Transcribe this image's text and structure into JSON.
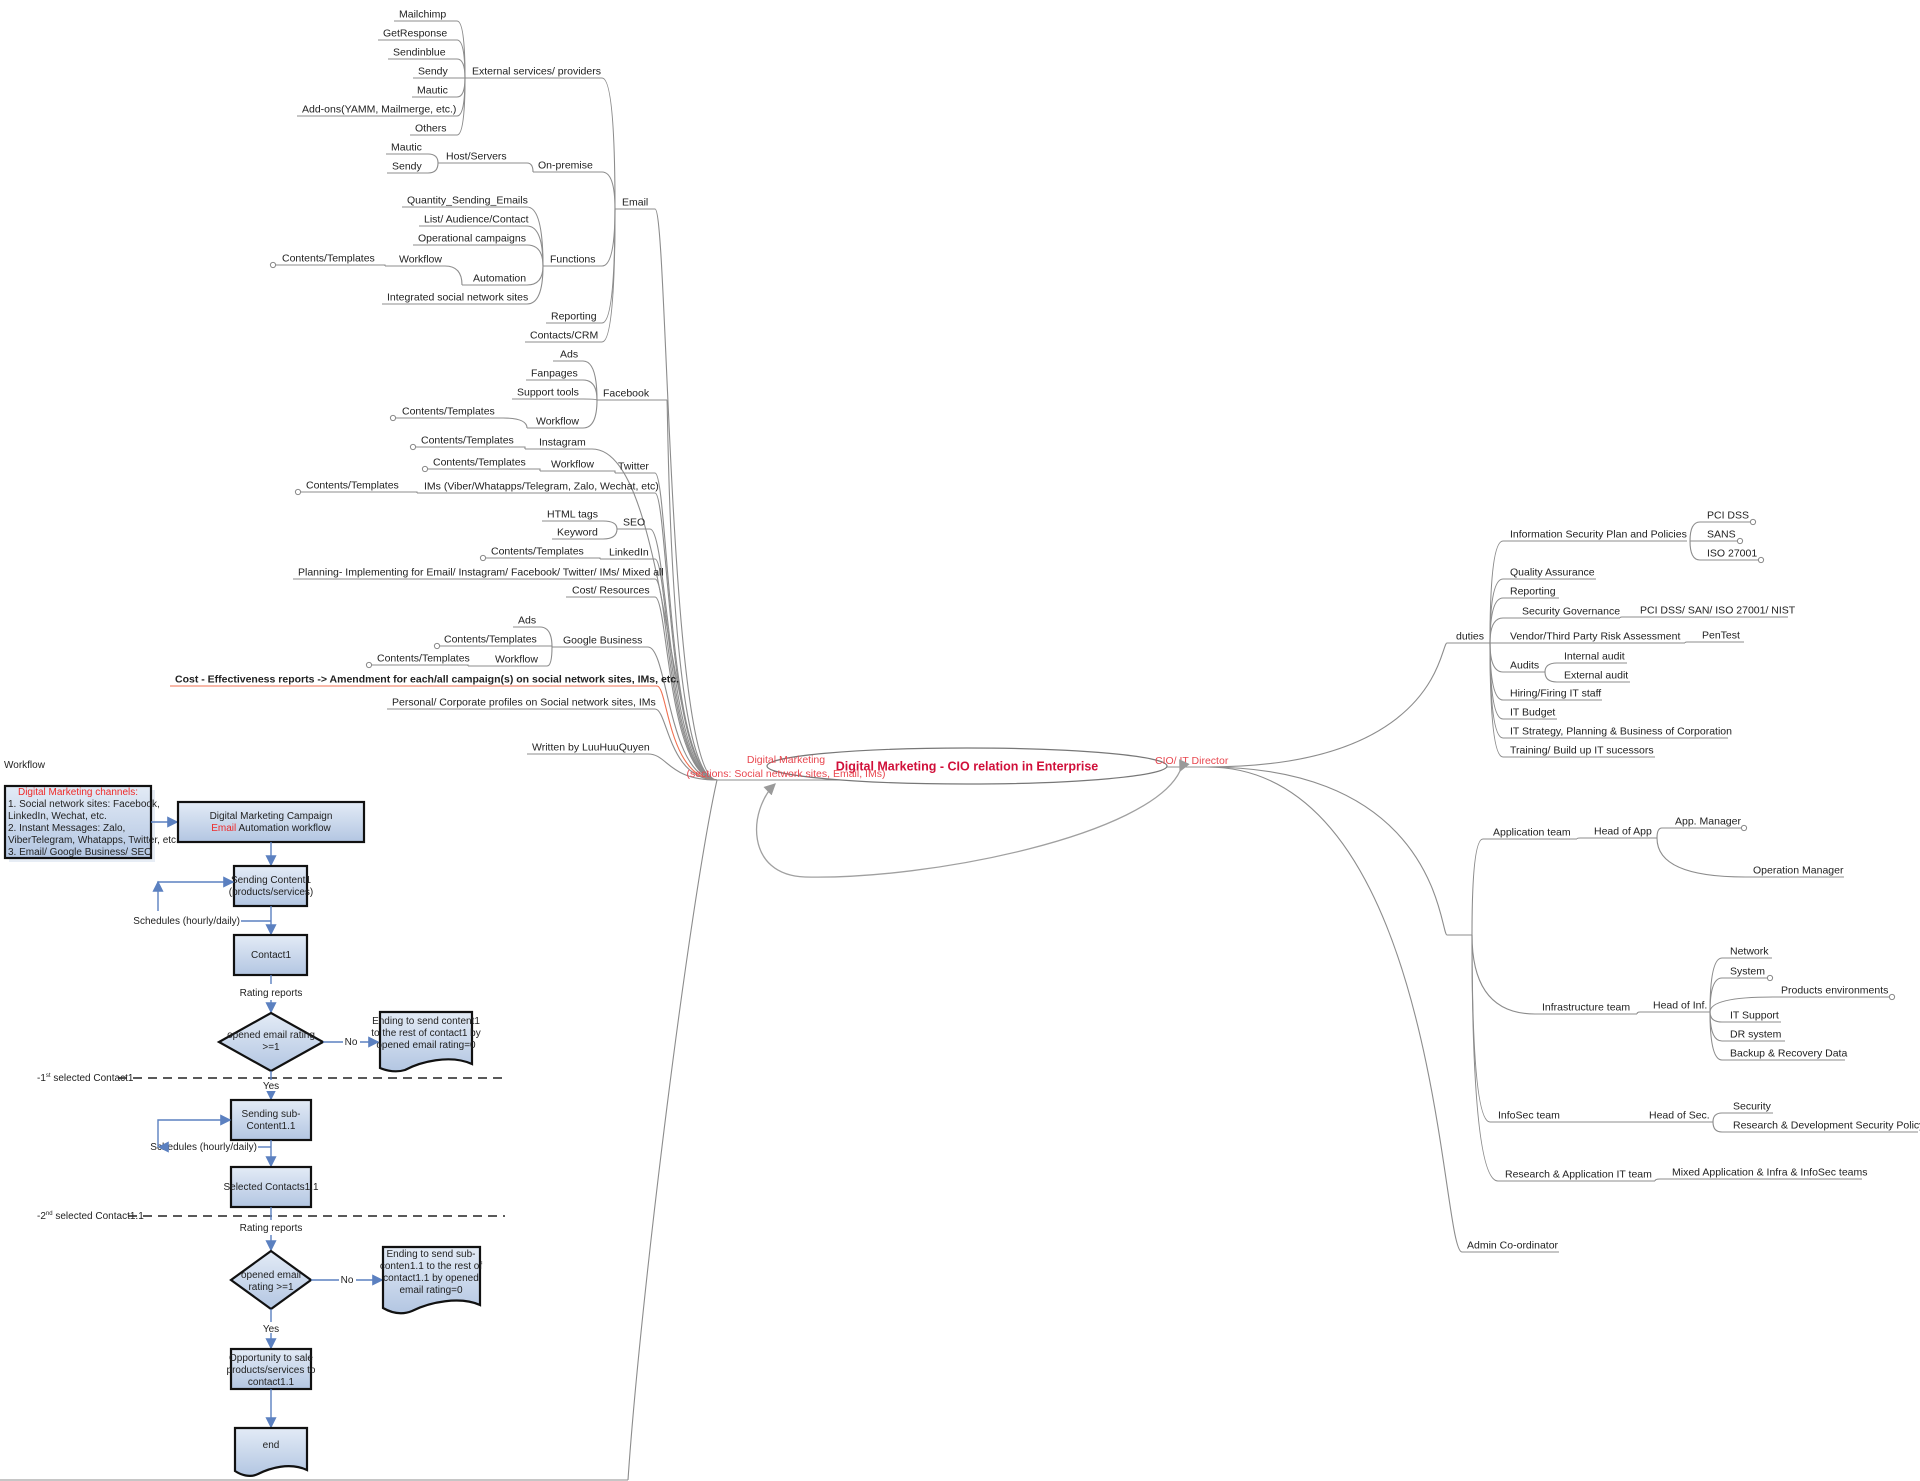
{
  "central_topic": "Digital Marketing - CIO relation in Enterprise",
  "colors": {
    "central_text": "#d0103a",
    "branch_text": "#e8474f",
    "line": "#8c8c8c",
    "flow_arrow": "#5b80c0",
    "box_fill": "#c3d3ea",
    "highlight_underline": "#f07050"
  },
  "digital_marketing": {
    "title_line1": "Digital Marketing",
    "title_line2": "(sections: Social network sites, Email, IMs)",
    "email": {
      "label": "Email",
      "external_services": {
        "label": "External services/ providers",
        "items": [
          "Mailchimp",
          "GetResponse",
          "Sendinblue",
          "Sendy",
          "Mautic",
          "Add-ons(YAMM, Mailmerge, etc.)",
          "Others"
        ]
      },
      "on_premise": {
        "label": "On-premise",
        "host_servers": {
          "label": "Host/Servers",
          "items": [
            "Mautic",
            "Sendy"
          ]
        }
      },
      "functions": {
        "label": "Functions",
        "items": [
          "Quantity_Sending_Emails",
          "List/ Audience/Contact",
          "Operational campaigns",
          "Automation",
          "Integrated social network sites"
        ],
        "automation_workflow": "Workflow",
        "automation_contents": "Contents/Templates"
      },
      "reporting": "Reporting",
      "contacts_crm": "Contacts/CRM"
    },
    "facebook": {
      "label": "Facebook",
      "items": [
        "Ads",
        "Fanpages",
        "Support tools",
        "Workflow"
      ],
      "workflow_contents": "Contents/Templates"
    },
    "instagram": {
      "label": "Instagram",
      "contents": "Contents/Templates"
    },
    "twitter": {
      "label": "Twitter",
      "workflow": "Workflow",
      "contents": "Contents/Templates"
    },
    "ims": {
      "label": "IMs (Viber/Whatapps/Telegram, Zalo, Wechat, etc)",
      "contents": "Contents/Templates"
    },
    "seo": {
      "label": "SEO",
      "items": [
        "HTML tags",
        "Keyword"
      ]
    },
    "linkedin": {
      "label": "LinkedIn",
      "contents": "Contents/Templates"
    },
    "planning": "Planning- Implementing for Email/ Instagram/ Facebook/ Twitter/ IMs/ Mixed all",
    "cost_resources": "Cost/ Resources",
    "google_business": {
      "label": "Google Business",
      "ads": "Ads",
      "contents": "Contents/Templates",
      "workflow": "Workflow",
      "workflow_contents": "Contents/Templates"
    },
    "cost_effectiveness": "Cost - Effectiveness reports -> Amendment for each/all campaign(s) on  social network sites, IMs, etc.",
    "profiles": "Personal/ Corporate profiles on Social network sites, IMs",
    "author": "Written by LuuHuuQuyen"
  },
  "cio": {
    "label": "CIO/ IT Director",
    "duties": {
      "label": "duties",
      "info_sec_plan": {
        "label": "Information Security Plan and Policies",
        "items": [
          "PCI DSS",
          "SANS",
          "ISO 27001"
        ]
      },
      "quality_assurance": "Quality Assurance",
      "reporting": "Reporting",
      "security_governance": {
        "label": "Security Governance",
        "detail": "PCI DSS/ SAN/ ISO 27001/ NIST"
      },
      "vendor_risk": {
        "label": "Vendor/Third Party Risk Assessment",
        "detail": "PenTest"
      },
      "audits": {
        "label": "Audits",
        "items": [
          "Internal audit",
          "External audit"
        ]
      },
      "hiring": "Hiring/Firing IT staff",
      "budget": "IT Budget",
      "strategy": "IT Strategy, Planning & Business of Corporation",
      "training": "Training/ Build up IT sucessors"
    },
    "teams": {
      "application": {
        "label": "Application team",
        "head": "Head of App",
        "items": [
          "App. Manager",
          "Operation Manager"
        ]
      },
      "infrastructure": {
        "label": "Infrastructure team",
        "head": "Head of Inf.",
        "items": [
          "Network",
          "System",
          "Products environments",
          "IT Support",
          "DR system",
          "Backup & Recovery Data"
        ]
      },
      "infosec": {
        "label": "InfoSec team",
        "head": "Head of Sec.",
        "items": [
          "Security",
          "Research & Development Security Policy"
        ]
      },
      "research": {
        "label": "Research & Application IT team",
        "detail": "Mixed Application & Infra & InfoSec teams"
      }
    },
    "admin": "Admin Co-ordinator"
  },
  "workflow": {
    "title": "Workflow",
    "channels": {
      "title": "Digital Marketing channels:",
      "lines": [
        "1. Social network sites: Facebook,",
        "LinkedIn, Wechat, etc.",
        "2. Instant Messages: Zalo,",
        "ViberTelegram, Whatapps, Twitter, etc.",
        "3. Email/ Google Business/ SEO"
      ]
    },
    "campaign": {
      "line1": "Digital Marketing Campaign",
      "highlight": "Email",
      "line2_rest": " Automation workflow"
    },
    "sending_content1": [
      "Sending Content1",
      "(products/services)"
    ],
    "schedules1": "Schedules (hourly/daily)",
    "contact1": "Contact1",
    "rating_reports1": "Rating reports",
    "decision1": [
      "opened email rating",
      ">=1"
    ],
    "no1": "No",
    "ending1": [
      "Ending to send content1",
      "to the rest of contact1 by",
      "opened email rating=0"
    ],
    "separator1": {
      "prefix": "-1",
      "sup": "st",
      "text": " selected Contact1"
    },
    "yes1": "Yes",
    "sending_sub": [
      "Sending sub-",
      "Content1.1"
    ],
    "schedules2": "Schedules (hourly/daily)",
    "selected_contacts": "Selected Contacts1.1",
    "separator2": {
      "prefix": "-2",
      "sup": "nd",
      "text": " selected Contact1.1-"
    },
    "rating_reports2": "Rating reports",
    "decision2": [
      "opened email",
      "rating  >=1"
    ],
    "no2": "No",
    "ending2": [
      "Ending to send sub-",
      "conten1.1 to the rest of",
      "contact1.1 by opened",
      "email rating=0"
    ],
    "yes2": "Yes",
    "opportunity": [
      "Opportunity to sale",
      "products/services to",
      "contact1.1"
    ],
    "end": "end"
  }
}
